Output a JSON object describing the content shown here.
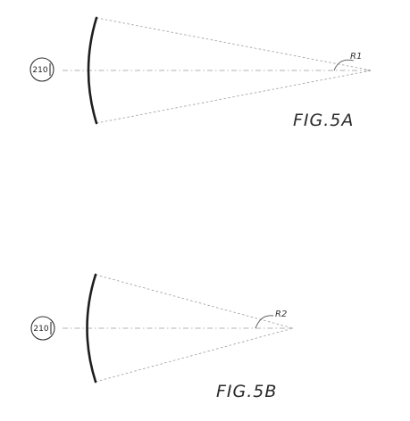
{
  "figures": [
    {
      "id": "fig-5a",
      "caption": "FIG.5A",
      "reference_label": "210",
      "radius_label": "R1"
    },
    {
      "id": "fig-5b",
      "caption": "FIG.5B",
      "reference_label": "210",
      "radius_label": "R2"
    }
  ]
}
